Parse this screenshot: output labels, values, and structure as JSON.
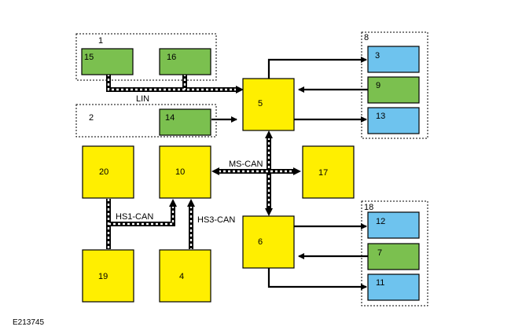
{
  "colors": {
    "yellow": "#ffef00",
    "green": "#7bc04f",
    "blue": "#6ec3ee",
    "black": "#000000"
  },
  "groups": {
    "g1": "1",
    "g2": "2",
    "g8": "8",
    "g18": "18"
  },
  "modules": {
    "m3": "3",
    "m4": "4",
    "m5": "5",
    "m6": "6",
    "m7": "7",
    "m9": "9",
    "m10": "10",
    "m11": "11",
    "m12": "12",
    "m13": "13",
    "m14": "14",
    "m15": "15",
    "m16": "16",
    "m17": "17",
    "m19": "19",
    "m20": "20"
  },
  "bus_labels": {
    "lin": "LIN",
    "ms_can": "MS-CAN",
    "hs1_can": "HS1-CAN",
    "hs3_can": "HS3-CAN"
  },
  "caption": "E213745"
}
